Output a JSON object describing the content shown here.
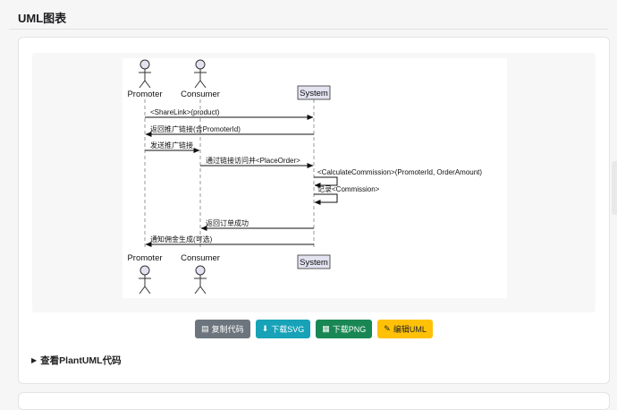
{
  "page": {
    "title": "UML图表"
  },
  "diagram": {
    "participants": [
      {
        "name": "Promoter",
        "kind": "actor"
      },
      {
        "name": "Consumer",
        "kind": "actor"
      },
      {
        "name": "System",
        "kind": "participant"
      }
    ],
    "messages": [
      {
        "from": "Promoter",
        "to": "System",
        "label": "<ShareLink>(product)",
        "style": "solid"
      },
      {
        "from": "System",
        "to": "Promoter",
        "label": "返回推广链接(含PromoterId)",
        "style": "solid"
      },
      {
        "from": "Promoter",
        "to": "Consumer",
        "label": "发送推广链接",
        "style": "solid"
      },
      {
        "from": "Consumer",
        "to": "System",
        "label": "通过链接访问并<PlaceOrder>",
        "style": "solid"
      },
      {
        "from": "System",
        "to": "System",
        "label": "<CalculateCommission>(PromoterId, OrderAmount)",
        "style": "self"
      },
      {
        "from": "System",
        "to": "System",
        "label": "记录<Commission>",
        "style": "self"
      },
      {
        "from": "System",
        "to": "Consumer",
        "label": "返回订单成功",
        "style": "solid"
      },
      {
        "from": "System",
        "to": "Promoter",
        "label": "通知佣金生成(可选)",
        "style": "solid"
      }
    ]
  },
  "buttons": {
    "copy": {
      "icon": "clipboard-icon",
      "label": "复制代码"
    },
    "svg": {
      "icon": "download-icon",
      "label": "下载SVG"
    },
    "png": {
      "icon": "image-icon",
      "label": "下载PNG"
    },
    "edit": {
      "icon": "pencil-icon",
      "label": "编辑UML"
    }
  },
  "details": {
    "label": "查看PlantUML代码"
  },
  "colors": {
    "copy": "#6c757d",
    "svg": "#17a2b8",
    "png": "#198754",
    "edit": "#ffc107",
    "actor_fill": "#e2e2f0",
    "participant_fill": "#e2e2f0"
  }
}
